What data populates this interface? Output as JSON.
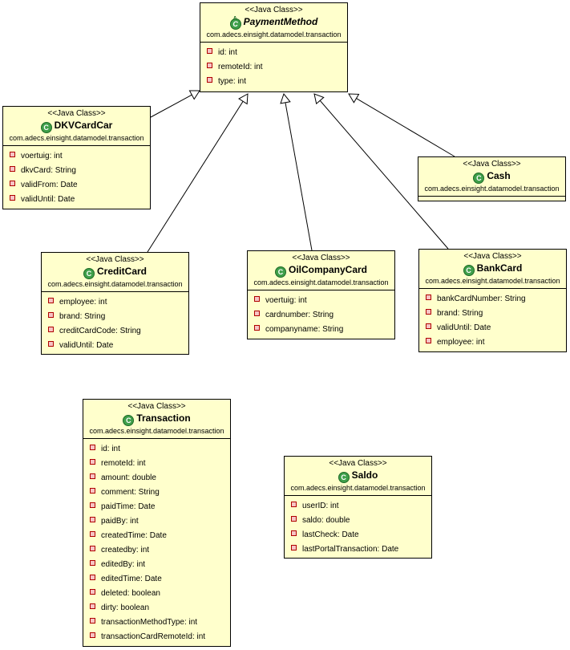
{
  "stereotype": "<<Java Class>>",
  "package": "com.adecs.einsight.datamodel.transaction",
  "classes": [
    {
      "id": "PaymentMethod",
      "name": "PaymentMethod",
      "abstract": true,
      "attributes": [
        "id: int",
        "remoteId: int",
        "type: int"
      ]
    },
    {
      "id": "DKVCardCar",
      "name": "DKVCardCar",
      "abstract": false,
      "attributes": [
        "voertuig: int",
        "dkvCard: String",
        "validFrom: Date",
        "validUntil: Date"
      ]
    },
    {
      "id": "Cash",
      "name": "Cash",
      "abstract": false,
      "attributes": []
    },
    {
      "id": "CreditCard",
      "name": "CreditCard",
      "abstract": false,
      "attributes": [
        "employee: int",
        "brand: String",
        "creditCardCode: String",
        "validUntil: Date"
      ]
    },
    {
      "id": "OilCompanyCard",
      "name": "OilCompanyCard",
      "abstract": false,
      "attributes": [
        "voertuig: int",
        "cardnumber: String",
        "companyname: String"
      ]
    },
    {
      "id": "BankCard",
      "name": "BankCard",
      "abstract": false,
      "attributes": [
        "bankCardNumber: String",
        "brand: String",
        "validUntil: Date",
        "employee: int"
      ]
    },
    {
      "id": "Transaction",
      "name": "Transaction",
      "abstract": false,
      "attributes": [
        "id: int",
        "remoteId: int",
        "amount: double",
        "comment: String",
        "paidTime: Date",
        "paidBy: int",
        "createdTime: Date",
        "createdby: int",
        "editedBy: int",
        "editedTime: Date",
        "deleted: boolean",
        "dirty: boolean",
        "transactionMethodType: int",
        "transactionCardRemoteId: int"
      ]
    },
    {
      "id": "Saldo",
      "name": "Saldo",
      "abstract": false,
      "attributes": [
        "userID: int",
        "saldo: double",
        "lastCheck: Date",
        "lastPortalTransaction: Date"
      ]
    }
  ],
  "generalizations": [
    {
      "from": "DKVCardCar",
      "to": "PaymentMethod"
    },
    {
      "from": "CreditCard",
      "to": "PaymentMethod"
    },
    {
      "from": "OilCompanyCard",
      "to": "PaymentMethod"
    },
    {
      "from": "BankCard",
      "to": "PaymentMethod"
    },
    {
      "from": "Cash",
      "to": "PaymentMethod"
    }
  ]
}
